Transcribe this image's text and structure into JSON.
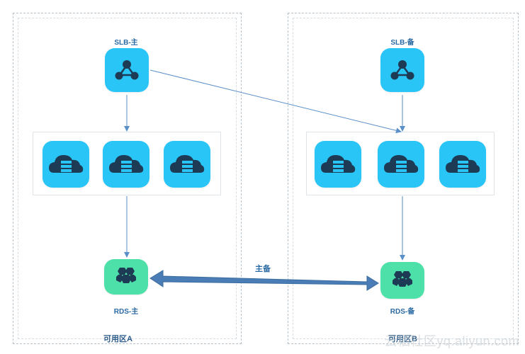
{
  "zones": {
    "a": {
      "label": "可用区A"
    },
    "b": {
      "label": "可用区B"
    }
  },
  "slb": {
    "primary": {
      "label": "SLB-主",
      "icon": "load-balancer-icon"
    },
    "standby": {
      "label": "SLB-备",
      "icon": "load-balancer-icon"
    }
  },
  "servers": {
    "icon": "cloud-server-icon",
    "zone_a_count": 3,
    "zone_b_count": 3
  },
  "rds": {
    "primary": {
      "label": "RDS-主",
      "icon": "database-cluster-icon"
    },
    "standby": {
      "label": "RDS-备",
      "icon": "database-cluster-icon"
    }
  },
  "replication": {
    "label": "主备"
  },
  "watermark": {
    "text": "云栖社区yq.aliyun.com"
  },
  "colors": {
    "slb_tile": "#29c5f6",
    "server_tile": "#29c5f6",
    "rds_tile": "#4de0a8",
    "icon_dark": "#1d3b55",
    "arrow_line": "#5b8fc7",
    "replication_arrow": "#4a7db5"
  }
}
